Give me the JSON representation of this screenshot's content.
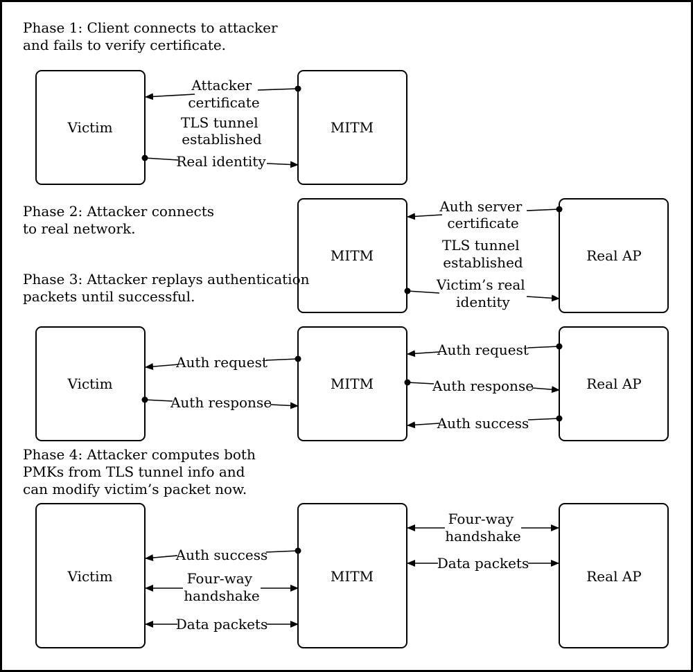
{
  "phase1": {
    "caption": [
      "Phase 1: Client connects to attacker",
      "and fails to verify certificate."
    ],
    "victim": "Victim",
    "mitm": "MITM",
    "msg_cert": [
      "Attacker",
      "certificate"
    ],
    "msg_tunnel": [
      "TLS tunnel",
      "established"
    ],
    "msg_identity": "Real identity"
  },
  "phase2": {
    "caption": [
      "Phase 2: Attacker connects",
      "to real network."
    ],
    "mitm": "MITM",
    "ap": "Real AP",
    "msg_cert": [
      "Auth server",
      "certificate"
    ],
    "msg_tunnel": [
      "TLS tunnel",
      "established"
    ],
    "msg_identity": [
      "Victim’s real",
      "identity"
    ]
  },
  "phase3": {
    "caption": [
      "Phase 3: Attacker replays authentication",
      "packets until successful."
    ],
    "victim": "Victim",
    "mitm": "MITM",
    "ap": "Real AP",
    "left_request": "Auth request",
    "left_response": "Auth response",
    "right_request": "Auth request",
    "right_response": "Auth response",
    "right_success": "Auth success"
  },
  "phase4": {
    "caption": [
      "Phase 4: Attacker computes both",
      "PMKs from TLS tunnel info and",
      "can modify victim’s packet now."
    ],
    "victim": "Victim",
    "mitm": "MITM",
    "ap": "Real AP",
    "left_success": "Auth success",
    "left_handshake": [
      "Four-way",
      "handshake"
    ],
    "left_data": "Data packets",
    "right_handshake": [
      "Four-way",
      "handshake"
    ],
    "right_data": "Data packets"
  }
}
